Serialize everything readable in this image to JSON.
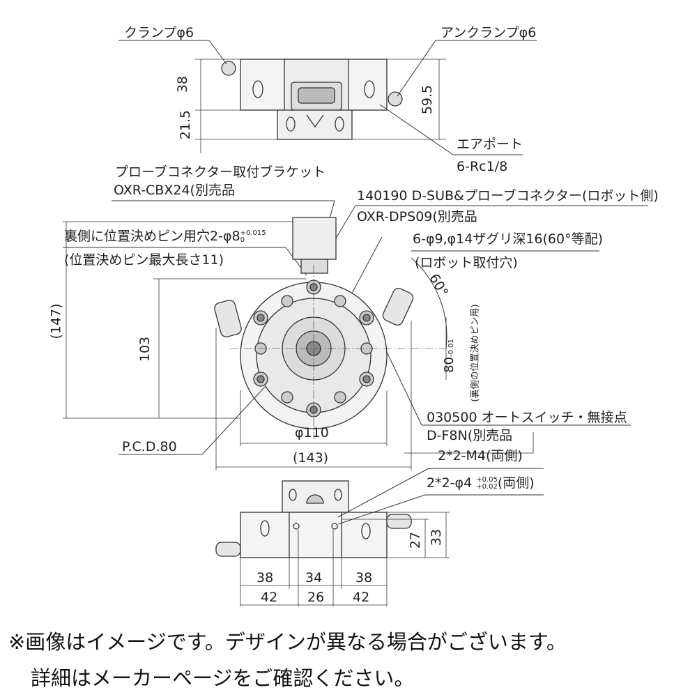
{
  "top_view": {
    "clamp_label": "クランプφ6",
    "unclamp_label": "アンクランプφ6",
    "dim_38": "38",
    "dim_21_5": "21.5",
    "dim_59_5": "59.5",
    "air_port_label": "エアポート",
    "air_port_spec": "6-Rc1/8"
  },
  "plan_view": {
    "bracket_label": "プローブコネクター取付ブラケット",
    "bracket_part": "OXR-CBX24(別売品",
    "connector_label": "140190 D-SUB&プローブコネクター(ロボット側)",
    "connector_part": "OXR-DPS09(別売品",
    "pin_hole_label": "裏側に位置決めピン用穴2-φ8",
    "pin_hole_tol_upper": "+0.015",
    "pin_hole_tol_lower": "0",
    "pin_max_length": "(位置決めピン最大長さ11)",
    "mount_holes_label": "6-φ9,φ14ザグリ深16(60°等配)",
    "mount_holes_sub": "(ロボット取付穴)",
    "angle_60": "60°",
    "dim_80": "80",
    "dim_80_tol": "-0.01",
    "dim_80_note": "(裏側の位置決めピン用)",
    "dim_147": "(147)",
    "dim_103": "103",
    "auto_switch_label": "030500 オートスイッチ・無接点",
    "auto_switch_part": "D-F8N(別売品",
    "pcd_label": "P.C.D.80",
    "dim_110": "φ110",
    "dim_143": "(143)"
  },
  "side_view": {
    "m4_label": "2*2-M4(両側)",
    "phi4_label": "2*2-φ4",
    "phi4_tol_upper": "+0.05",
    "phi4_tol_lower": "+0.02",
    "phi4_suffix": "(両側)",
    "dim_27": "27",
    "dim_33": "33",
    "dims_row1": [
      "38",
      "34",
      "38"
    ],
    "dims_row2": [
      "42",
      "26",
      "42"
    ]
  },
  "footer": {
    "line1": "※画像はイメージです。デザインが異なる場合がございます。",
    "line2": "詳細はメーカーページをご確認ください。"
  }
}
